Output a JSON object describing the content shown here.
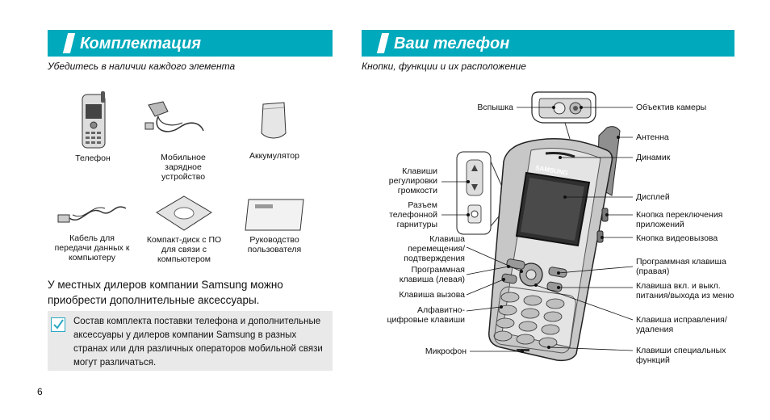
{
  "left": {
    "title": "Комплектация",
    "subtitle": "Убедитесь в наличии каждого элемента",
    "items": {
      "phone": "Телефон",
      "charger": "Мобильное зарядное устройство",
      "battery": "Аккумулятор",
      "cable": "Кабель для передачи данных к компьютеру",
      "cd": "Компакт-диск с ПО для связи с компьютером",
      "manual": "Руководство пользователя"
    },
    "dealers_text": "У местных дилеров компании Samsung можно приобрести дополнительные аксессуары.",
    "note_text": "Состав комплекта поставки телефона и дополнительные аксессуары у дилеров компании Samsung в разных странах или для различных операторов мобильной связи могут различаться."
  },
  "right": {
    "title": "Ваш телефон",
    "subtitle": "Кнопки, функции и их расположение",
    "left_labels": {
      "flash": "Вспышка",
      "volume_keys": "Клавиши регулировки громкости",
      "headset_jack": "Разъем телефонной гарнитуры",
      "nav_key": "Клавиша перемещения/ подтверждения",
      "soft_left": "Программная клавиша (левая)",
      "call_key": "Клавиша вызова",
      "alnum_keys": "Алфавитно- цифровые клавиши",
      "microphone": "Микрофон"
    },
    "right_labels": {
      "camera_lens": "Объектив камеры",
      "antenna": "Антенна",
      "speaker": "Динамик",
      "display": "Дисплей",
      "app_switch": "Кнопка переключения приложений",
      "video_call": "Кнопка видеовызова",
      "soft_right": "Программная клавиша (правая)",
      "power_key": "Клавиша вкл. и выкл. питания/выхода из меню",
      "clear_key": "Клавиша исправления/ удаления",
      "special_keys": "Клавиши специальных функций"
    },
    "brand": "SAMSUNG"
  },
  "page_number": "6",
  "colors": {
    "accent": "#00a9bb",
    "note_bg": "#e9e9e9",
    "check": "#2aa8c4"
  }
}
